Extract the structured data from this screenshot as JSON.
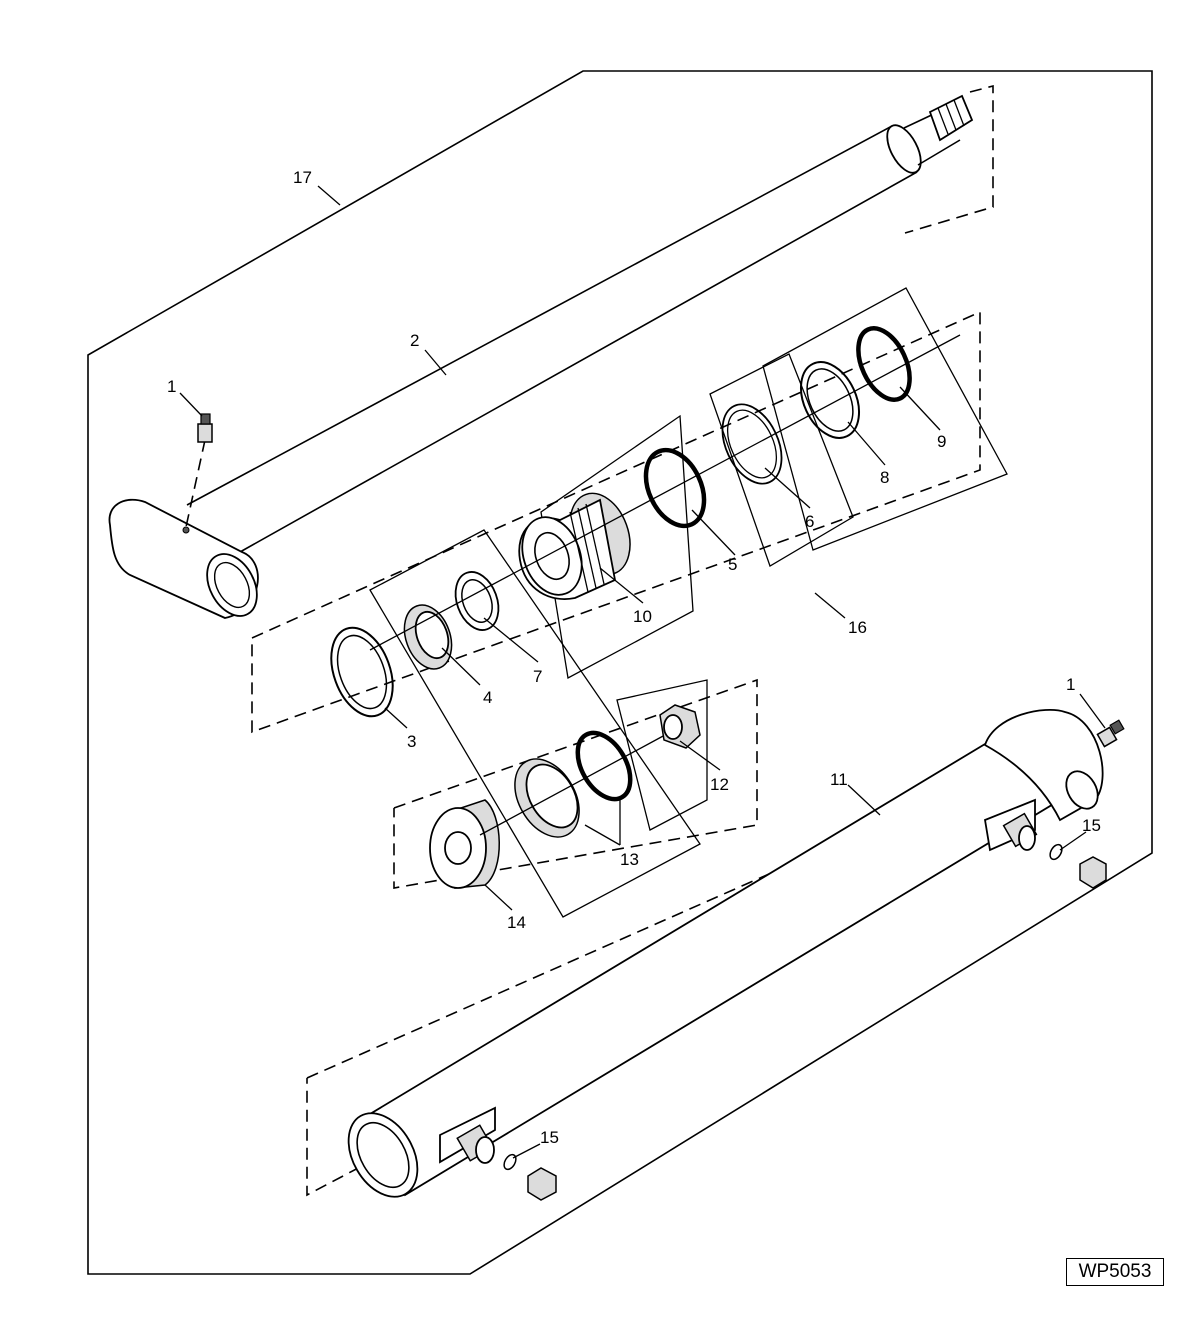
{
  "figure_id": "WP5053",
  "callouts": {
    "c1a": "1",
    "c1b": "1",
    "c2": "2",
    "c3": "3",
    "c4": "4",
    "c5": "5",
    "c6": "6",
    "c7": "7",
    "c8": "8",
    "c9": "9",
    "c10": "10",
    "c11": "11",
    "c12": "12",
    "c13": "13",
    "c14": "14",
    "c15a": "15",
    "c15b": "15",
    "c16": "16",
    "c17": "17"
  }
}
